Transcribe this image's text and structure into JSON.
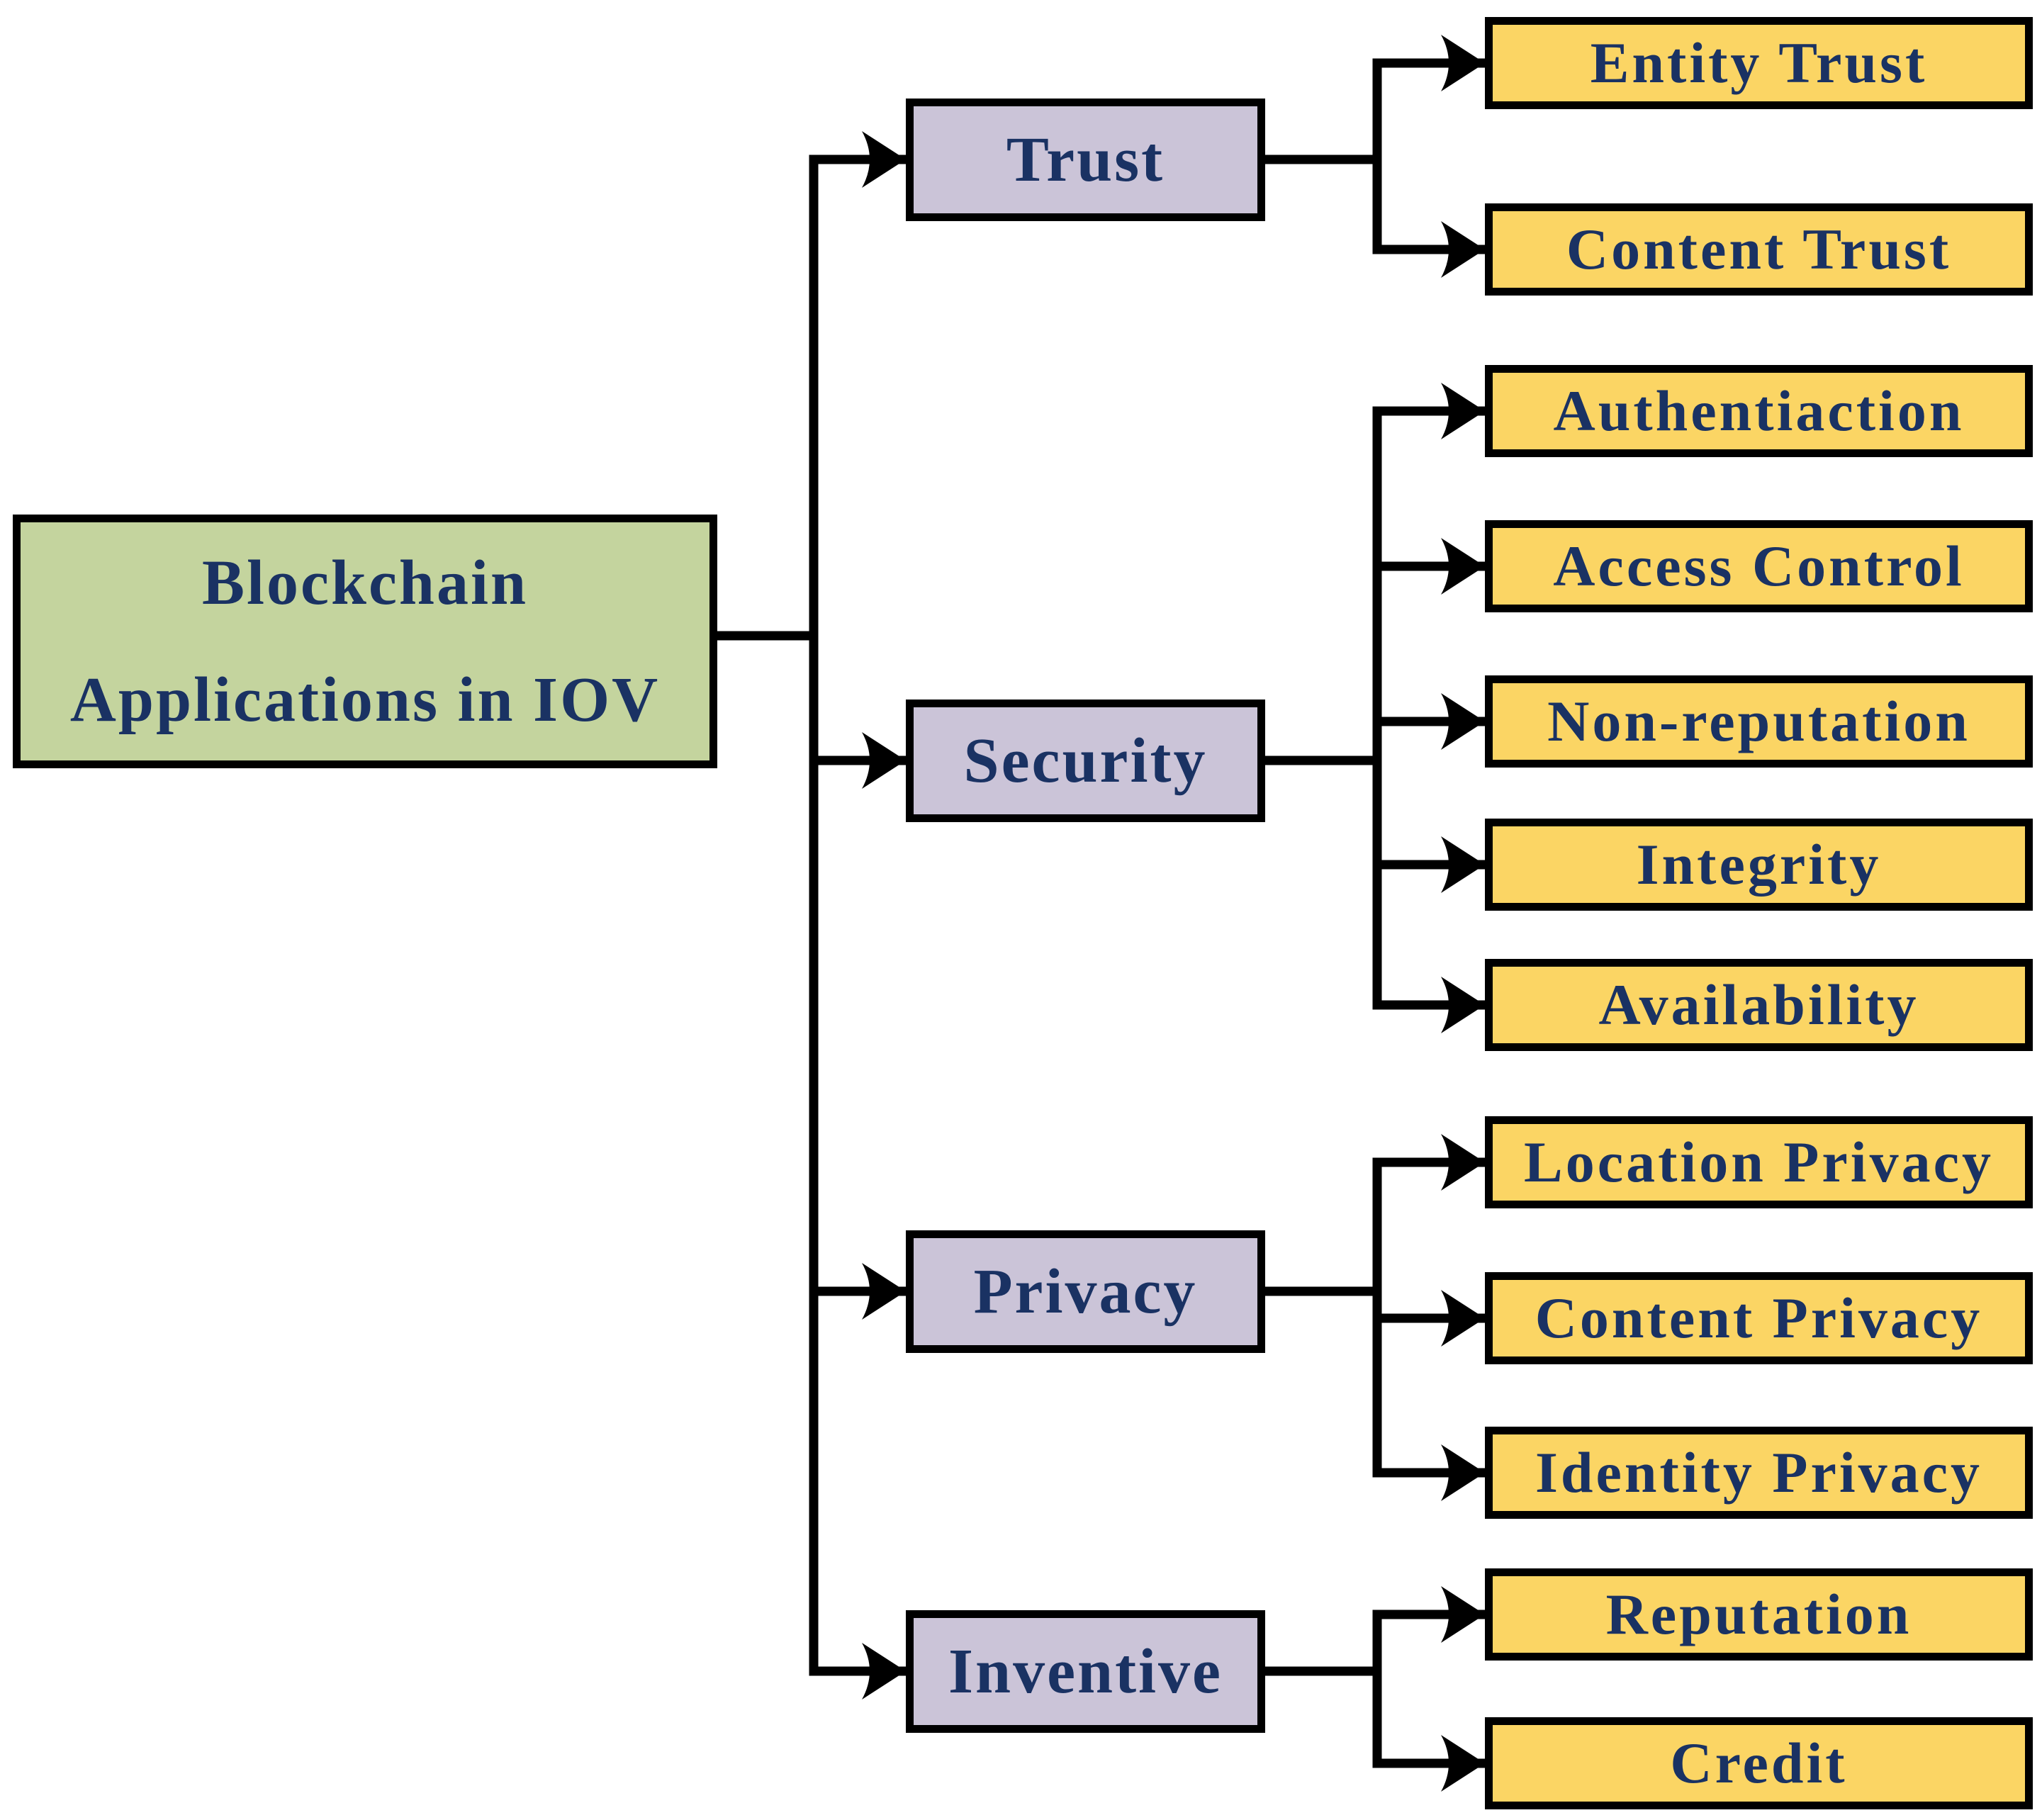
{
  "diagram": {
    "root": {
      "line1": "Blockchain",
      "line2": "Applications in IOV"
    },
    "categories": [
      {
        "label": "Trust",
        "children": [
          "Entity Trust",
          "Content Trust"
        ]
      },
      {
        "label": "Security",
        "children": [
          "Authentiaction",
          "Access Control",
          "Non-reputation",
          "Integrity",
          "Availability"
        ]
      },
      {
        "label": "Privacy",
        "children": [
          "Location Privacy",
          "Content Privacy",
          "Identity Privacy"
        ]
      },
      {
        "label": "Inventive",
        "children": [
          "Reputation",
          "Credit"
        ]
      }
    ]
  },
  "colors": {
    "root_fill": "#C4D49E",
    "category_fill": "#CBC4D8",
    "leaf_fill": "#FBD564",
    "text": "#1A3263",
    "line": "#000000"
  }
}
